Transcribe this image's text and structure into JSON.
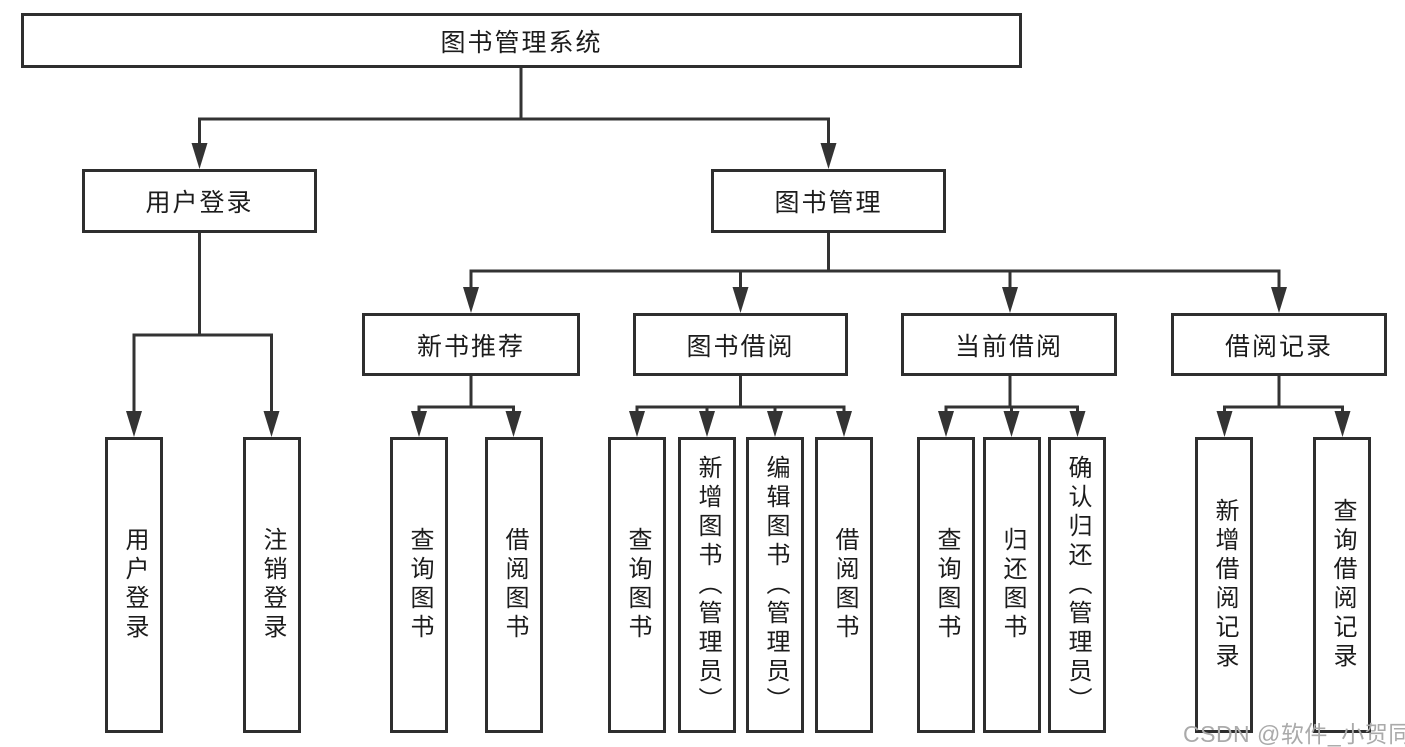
{
  "colors": {
    "ink": "#2e2e2e",
    "line": "#333333",
    "watermark": "#aaaaaa",
    "background": "#ffffff"
  },
  "watermark": "CSDN @软件_小贺同学",
  "tree": {
    "root": "图书管理系统",
    "level2": {
      "user_login": "用户登录",
      "book_management": "图书管理"
    },
    "user_login_children": [
      "用户登录",
      "注销登录"
    ],
    "book_management_children": [
      "新书推荐",
      "图书借阅",
      "当前借阅",
      "借阅记录"
    ],
    "new_book_children": [
      "查询图书",
      "借阅图书"
    ],
    "book_borrow_children": [
      "查询图书",
      "新增图书（管理员）",
      "编辑图书（管理员）",
      "借阅图书"
    ],
    "current_borrow_children": [
      "查询图书",
      "归还图书",
      "确认归还（管理员）"
    ],
    "borrow_record_children": [
      "新增借阅记录",
      "查询借阅记录"
    ]
  }
}
